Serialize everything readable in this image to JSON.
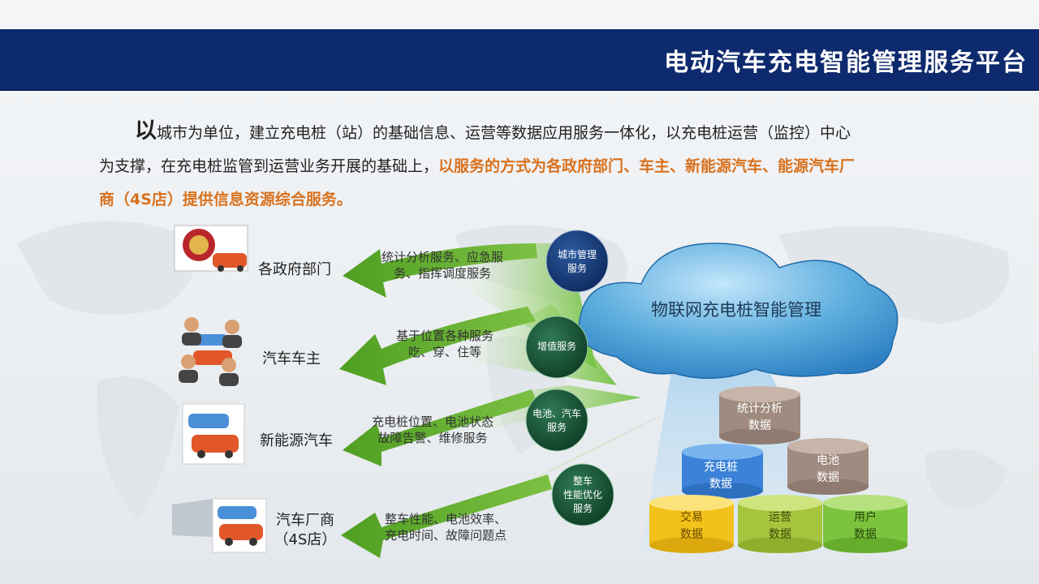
{
  "header": {
    "title": "电动汽车充电智能管理服务平台"
  },
  "intro": {
    "lead_char": "以",
    "line1_rest": "城市为单位，建立充电桩（站）的基础信息、运营等数据应用服务一体化，以充电桩运营（监控）中心",
    "line2_plain": "为支撑，在充电桩监管到运营业务开展的基础上，",
    "line2_highlight": "以服务的方式为各政府部门、车主、新能源汽车、能源汽车厂",
    "line3_highlight": "商（4S店）提供信息资源综合服务。"
  },
  "cloud": {
    "label": "物联网充电桩智能管理"
  },
  "rows": [
    {
      "target": "各政府部门",
      "service_line1": "统计分析服务、应急服",
      "service_line2": "务、指挥调度服务",
      "circle_line1": "城市管理",
      "circle_line2": "服务",
      "icon": "government-emblem-car-icon"
    },
    {
      "target": "汽车车主",
      "service_line1": "基于位置各种服务",
      "service_line2": "吃、穿、住等",
      "circle_line1": "增值服务",
      "circle_line2": "",
      "icon": "car-owners-icon"
    },
    {
      "target": "新能源汽车",
      "service_line1": "充电桩位置、电池状态",
      "service_line2": "故障告警、维修服务",
      "circle_line1": "电池、汽车",
      "circle_line2": "服务",
      "icon": "new-energy-cars-icon"
    },
    {
      "target_line1": "汽车厂商",
      "target_line2": "（4S店）",
      "service_line1": "整车性能、电池效率、",
      "service_line2": "充电时间、故障问题点",
      "circle_line1": "整车",
      "circle_line2": "性能优化",
      "circle_line3": "服务",
      "icon": "car-dealer-icon"
    }
  ],
  "cylinders": {
    "stats": {
      "line1": "统计分析",
      "line2": "数据"
    },
    "charger": {
      "line1": "充电桩",
      "line2": "数据"
    },
    "battery": {
      "line1": "电池",
      "line2": "数据"
    },
    "trade": {
      "line1": "交易",
      "line2": "数据"
    },
    "operation": {
      "line1": "运营",
      "line2": "数据"
    },
    "user": {
      "line1": "用户",
      "line2": "数据"
    }
  },
  "colors": {
    "header_bg": "#0e2a6e",
    "highlight": "#d9711d",
    "arrow": "#5aab2e",
    "circle": "#1a5a3a"
  }
}
